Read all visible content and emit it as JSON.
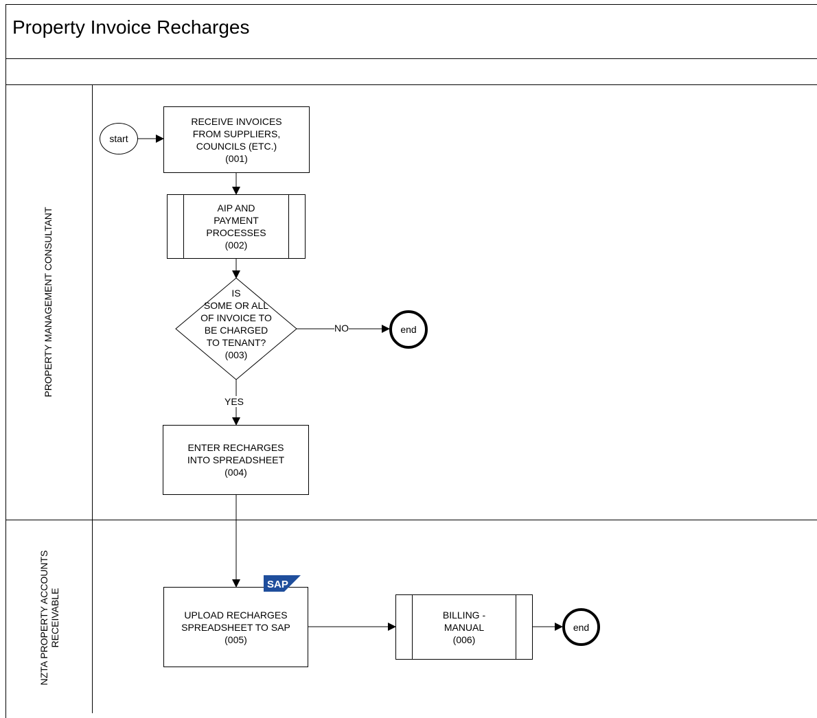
{
  "title": "Property Invoice Recharges",
  "lanes": [
    {
      "label": "PROPERTY MANAGEMENT CONSULTANT"
    },
    {
      "label": "NZTA PROPERTY ACCOUNTS\nRECEIVABLE"
    }
  ],
  "nodes": {
    "start": "start",
    "step001": "RECEIVE INVOICES\nFROM SUPPLIERS,\nCOUNCILS (ETC.)\n(001)",
    "step002": "AIP AND\nPAYMENT\nPROCESSES\n(002)",
    "decision003": "IS\nSOME OR ALL\nOF INVOICE TO\nBE CHARGED\nTO TENANT?\n(003)",
    "end1": "end",
    "step004": "ENTER RECHARGES\nINTO SPREADSHEET\n(004)",
    "step005": "UPLOAD RECHARGES\nSPREADSHEET TO SAP\n(005)",
    "step006": "BILLING -\nMANUAL\n(006)",
    "end2": "end",
    "sap_logo": "SAP"
  },
  "connectors": {
    "no_label": "NO",
    "yes_label": "YES"
  }
}
